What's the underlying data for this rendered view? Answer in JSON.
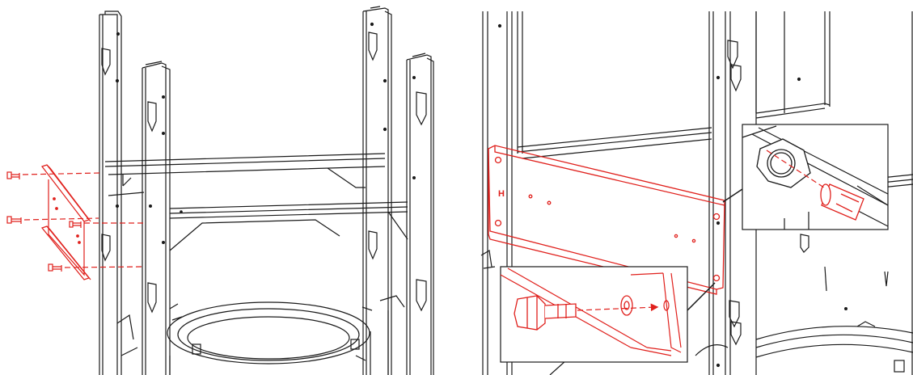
{
  "diagram": {
    "panels": [
      {
        "id": "left",
        "description_free": true
      },
      {
        "id": "right",
        "description_free": true
      }
    ],
    "part_label": "H",
    "colors": {
      "line": "#1a1a1a",
      "highlight": "#e0201c",
      "background": "#ffffff"
    },
    "icons": {
      "bolt": "bolt-icon",
      "washer": "washer-icon",
      "nut": "nut-icon"
    }
  }
}
